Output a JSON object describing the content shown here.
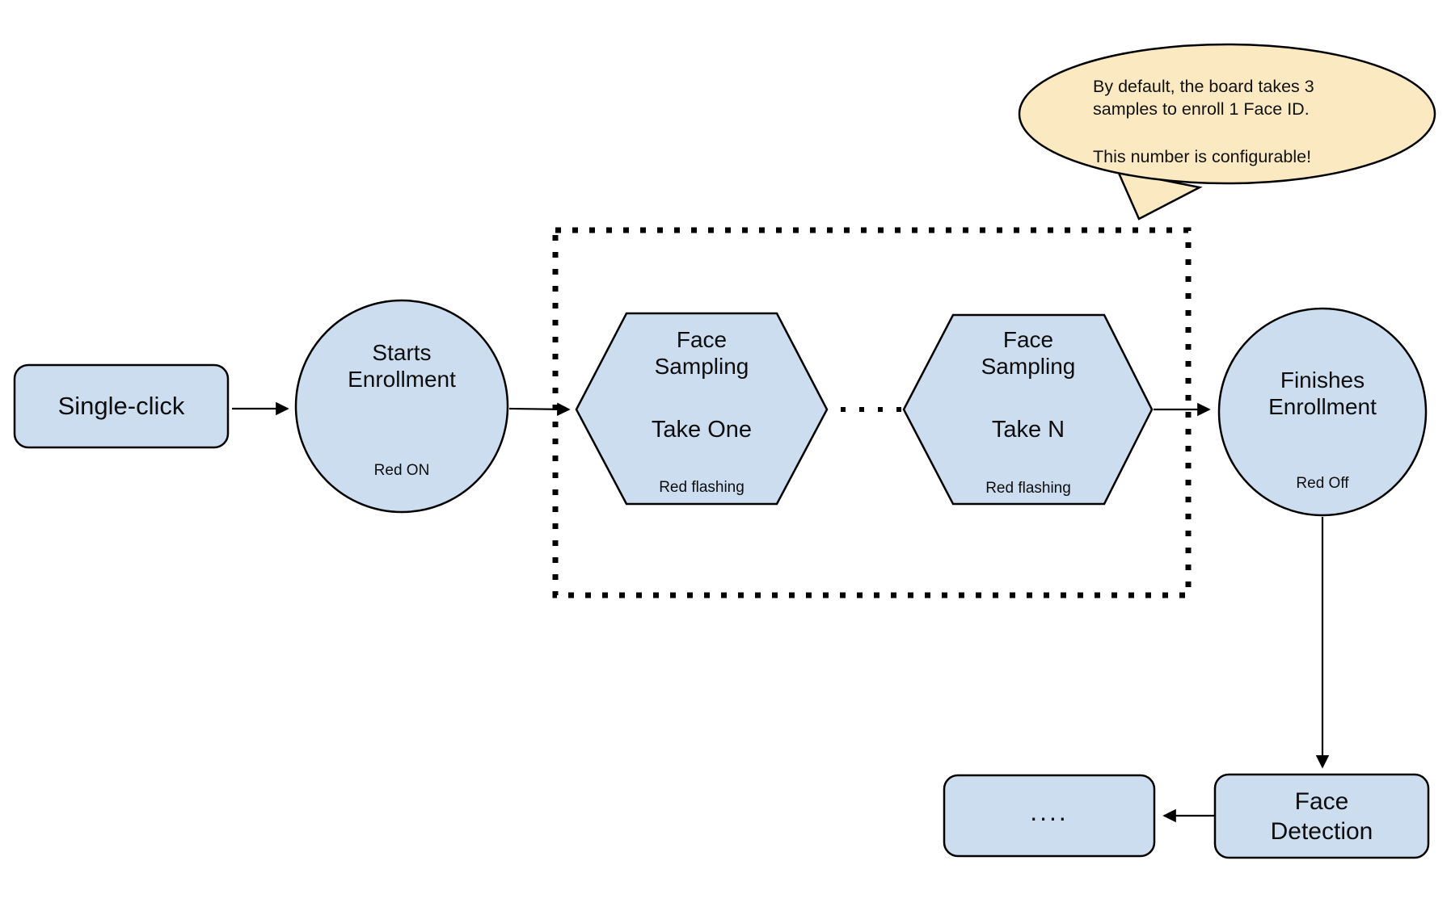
{
  "colors": {
    "node_fill": "#cdddf0",
    "node_stroke": "#000000",
    "callout_fill": "#fae9c1",
    "callout_stroke": "#000000",
    "arrow_color": "#000000",
    "background": "#ffffff"
  },
  "nodes": {
    "single_click": {
      "label": "Single-click"
    },
    "starts_enrollment": {
      "label": "Starts Enrollment",
      "status": "Red ON"
    },
    "face_sampling_first": {
      "title": "Face Sampling",
      "take": "Take One",
      "status": "Red flashing"
    },
    "face_sampling_last": {
      "title": "Face Sampling",
      "take": "Take N",
      "status": "Red flashing"
    },
    "finishes_enrollment": {
      "label": "Finishes Enrollment",
      "status": "Red Off"
    },
    "face_detection": {
      "label": "Face Detection"
    },
    "continuation": {
      "label": "...."
    }
  },
  "callout": {
    "line1": "By default, the board takes 3 samples to enroll 1 Face ID.",
    "line2": "This number is configurable!"
  }
}
